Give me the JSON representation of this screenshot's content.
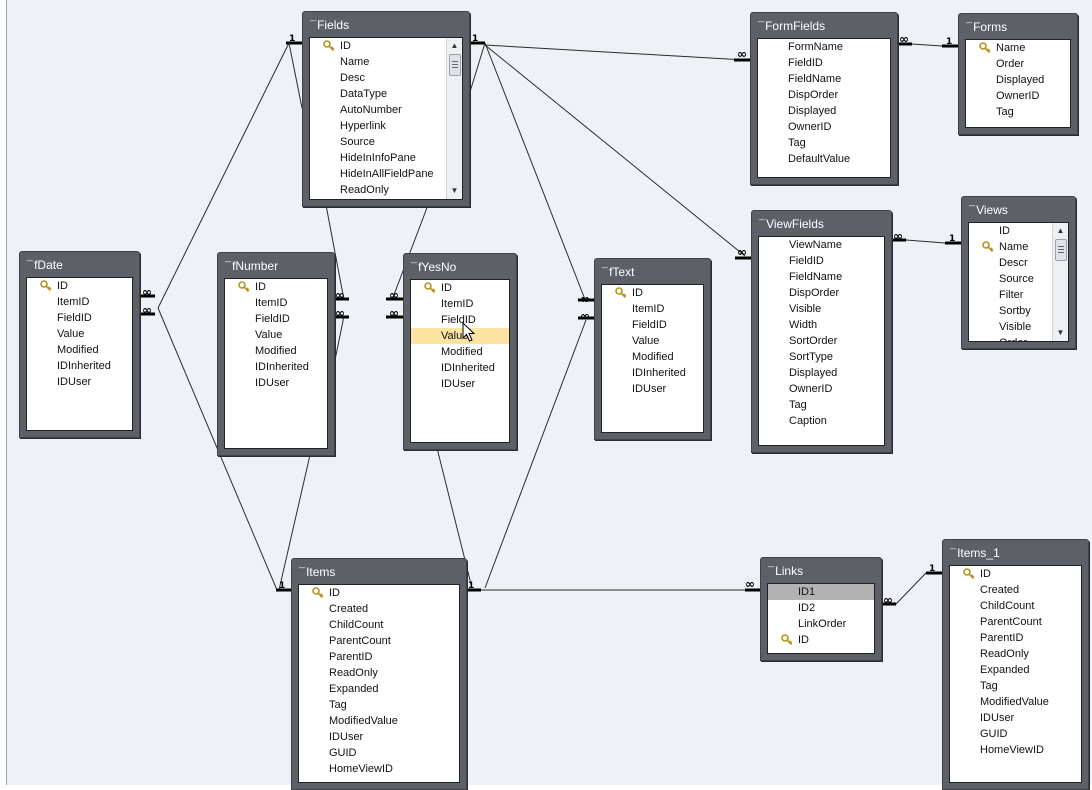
{
  "tables": {
    "fields": {
      "title": "Fields",
      "fields": [
        "ID",
        "Name",
        "Desc",
        "DataType",
        "AutoNumber",
        "Hyperlink",
        "Source",
        "HideInInfoPane",
        "HideInAllFieldPane",
        "ReadOnly"
      ]
    },
    "formfields": {
      "title": "FormFields",
      "fields": [
        "FormName",
        "FieldID",
        "FieldName",
        "DispOrder",
        "Displayed",
        "OwnerID",
        "Tag",
        "DefaultValue"
      ]
    },
    "forms": {
      "title": "Forms",
      "fields": [
        "Name",
        "Order",
        "Displayed",
        "OwnerID",
        "Tag"
      ]
    },
    "fdate": {
      "title": "fDate",
      "fields": [
        "ID",
        "ItemID",
        "FieldID",
        "Value",
        "Modified",
        "IDInherited",
        "IDUser"
      ]
    },
    "fnumber": {
      "title": "fNumber",
      "fields": [
        "ID",
        "ItemID",
        "FieldID",
        "Value",
        "Modified",
        "IDInherited",
        "IDUser"
      ]
    },
    "fyesno": {
      "title": "fYesNo",
      "fields": [
        "ID",
        "ItemID",
        "FieldID",
        "Value",
        "Modified",
        "IDInherited",
        "IDUser"
      ]
    },
    "ftext": {
      "title": "fText",
      "fields": [
        "ID",
        "ItemID",
        "FieldID",
        "Value",
        "Modified",
        "IDInherited",
        "IDUser"
      ]
    },
    "viewfields": {
      "title": "ViewFields",
      "fields": [
        "ViewName",
        "FieldID",
        "FieldName",
        "DispOrder",
        "Visible",
        "Width",
        "SortOrder",
        "SortType",
        "Displayed",
        "OwnerID",
        "Tag",
        "Caption"
      ]
    },
    "views": {
      "title": "Views",
      "fields": [
        "ID",
        "Name",
        "Descr",
        "Source",
        "Filter",
        "Sortby",
        "Visible",
        "Order"
      ]
    },
    "items": {
      "title": "Items",
      "fields": [
        "ID",
        "Created",
        "ChildCount",
        "ParentCount",
        "ParentID",
        "ReadOnly",
        "Expanded",
        "Tag",
        "ModifiedValue",
        "IDUser",
        "GUID",
        "HomeViewID"
      ]
    },
    "links": {
      "title": "Links",
      "fields": [
        "ID1",
        "ID2",
        "LinkOrder",
        "ID"
      ]
    },
    "items1": {
      "title": "Items_1",
      "fields": [
        "ID",
        "Created",
        "ChildCount",
        "ParentCount",
        "ParentID",
        "ReadOnly",
        "Expanded",
        "Tag",
        "ModifiedValue",
        "IDUser",
        "GUID",
        "HomeViewID"
      ]
    }
  },
  "primary_keys": {
    "fields": [
      "ID"
    ],
    "forms": [
      "Name"
    ],
    "fdate": [
      "ID"
    ],
    "fnumber": [
      "ID"
    ],
    "fyesno": [
      "ID"
    ],
    "ftext": [
      "ID"
    ],
    "views": [
      "Name"
    ],
    "items": [
      "ID"
    ],
    "links": [
      "ID"
    ],
    "items1": [
      "ID"
    ]
  },
  "highlighted": {
    "fyesno": "Value",
    "links": "ID1"
  },
  "relationship_labels": {
    "one": "1",
    "many": "∞"
  },
  "colors": {
    "canvas": "#eef2f6",
    "table_frame": "#5d6167",
    "highlight_row": "#fbe3a0",
    "selected_row": "#b2b2b2",
    "key_icon": "#c9a227"
  }
}
